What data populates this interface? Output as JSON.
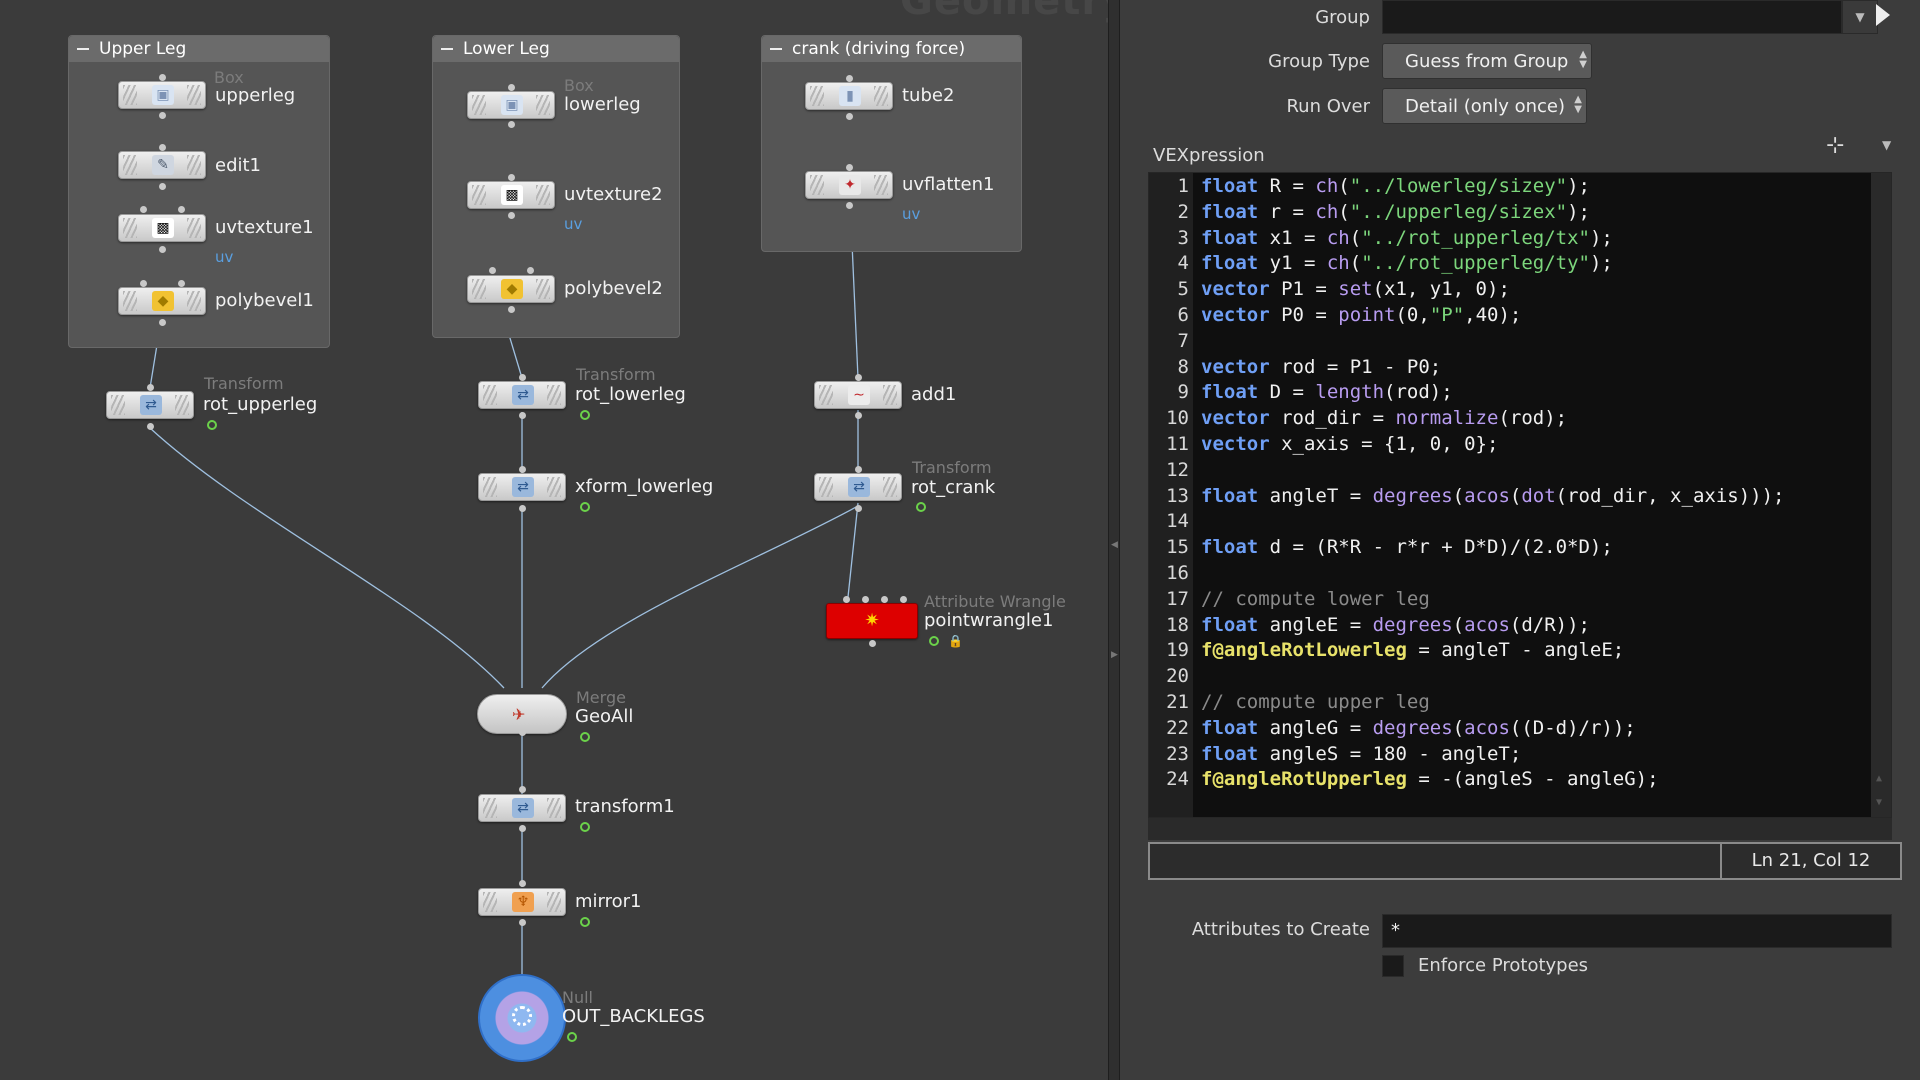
{
  "network": {
    "watermark": "Geometry",
    "boxes": [
      {
        "title": "Upper Leg"
      },
      {
        "title": "Lower Leg"
      },
      {
        "title": "crank (driving force)"
      }
    ],
    "nodes": {
      "upperleg": {
        "type": "Box",
        "name": "upperleg"
      },
      "edit1": {
        "name": "edit1"
      },
      "uvtexture1": {
        "name": "uvtexture1",
        "tag": "uv"
      },
      "polybevel1": {
        "name": "polybevel1"
      },
      "rot_upperleg": {
        "type": "Transform",
        "name": "rot_upperleg"
      },
      "lowerleg": {
        "type": "Box",
        "name": "lowerleg"
      },
      "uvtexture2": {
        "name": "uvtexture2",
        "tag": "uv"
      },
      "polybevel2": {
        "name": "polybevel2"
      },
      "rot_lowerleg": {
        "type": "Transform",
        "name": "rot_lowerleg"
      },
      "xform_lowerleg": {
        "name": "xform_lowerleg"
      },
      "tube2": {
        "name": "tube2"
      },
      "uvflatten1": {
        "name": "uvflatten1",
        "tag": "uv"
      },
      "add1": {
        "name": "add1"
      },
      "rot_crank": {
        "type": "Transform",
        "name": "rot_crank"
      },
      "pointwrangle1": {
        "type": "Attribute Wrangle",
        "name": "pointwrangle1"
      },
      "GeoAll": {
        "type": "Merge",
        "name": "GeoAll"
      },
      "transform1": {
        "name": "transform1"
      },
      "mirror1": {
        "name": "mirror1"
      },
      "OUT_BACKLEGS": {
        "type": "Null",
        "name": "OUT_BACKLEGS"
      }
    }
  },
  "params": {
    "group": {
      "label": "Group",
      "value": ""
    },
    "group_type": {
      "label": "Group Type",
      "value": "Guess from Group"
    },
    "run_over": {
      "label": "Run Over",
      "value": "Detail (only once)"
    },
    "vexpression": {
      "label": "VEXpression",
      "lines": [
        "float R = ch(\"../lowerleg/sizey\");",
        "float r = ch(\"../upperleg/sizex\");",
        "float x1 = ch(\"../rot_upperleg/tx\");",
        "float y1 = ch(\"../rot_upperleg/ty\");",
        "vector P1 = set(x1, y1, 0);",
        "vector P0 = point(0,\"P\",40);",
        "",
        "vector rod = P1 - P0;",
        "float D = length(rod);",
        "vector rod_dir = normalize(rod);",
        "vector x_axis = {1, 0, 0};",
        "",
        "float angleT = degrees(acos(dot(rod_dir, x_axis)));",
        "",
        "float d = (R*R - r*r + D*D)/(2.0*D);",
        "",
        "// compute lower leg",
        "float angleE = degrees(acos(d/R));",
        "f@angleRotLowerleg = angleT - angleE;",
        "",
        "// compute upper leg",
        "float angleG = degrees(acos((D-d)/r));",
        "float angleS = 180 - angleT;",
        "f@angleRotUpperleg = -(angleS - angleG);"
      ]
    },
    "cursor_status": "Ln 21, Col 12",
    "attributes_to_create": {
      "label": "Attributes to Create",
      "value": "*"
    },
    "enforce_prototypes": {
      "label": "Enforce Prototypes",
      "checked": false
    }
  }
}
